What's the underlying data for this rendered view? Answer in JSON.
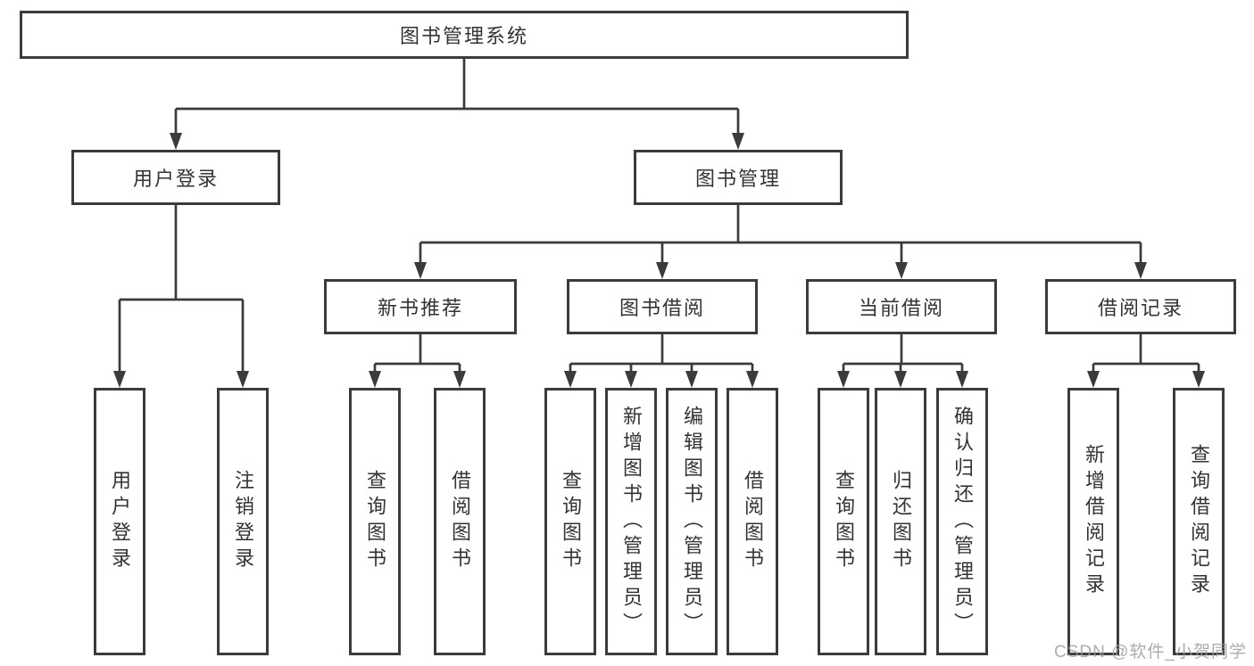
{
  "tree": {
    "label": "图书管理系统",
    "children": [
      {
        "label": "用户登录",
        "children": [
          {
            "label": "用户登录"
          },
          {
            "label": "注销登录"
          }
        ]
      },
      {
        "label": "图书管理",
        "children": [
          {
            "label": "新书推荐",
            "children": [
              {
                "label": "查询图书"
              },
              {
                "label": "借阅图书"
              }
            ]
          },
          {
            "label": "图书借阅",
            "children": [
              {
                "label": "查询图书"
              },
              {
                "label": "新增图书（管理员）"
              },
              {
                "label": "编辑图书（管理员）"
              },
              {
                "label": "借阅图书"
              }
            ]
          },
          {
            "label": "当前借阅",
            "children": [
              {
                "label": "查询图书"
              },
              {
                "label": "归还图书"
              },
              {
                "label": "确认归还（管理员）"
              }
            ]
          },
          {
            "label": "借阅记录",
            "children": [
              {
                "label": "新增借阅记录"
              },
              {
                "label": "查询借阅记录"
              }
            ]
          }
        ]
      }
    ]
  },
  "watermark": "CSDN @软件_小贺同学",
  "colors": {
    "line": "#3b3b3b",
    "box_border": "#3b3b3b",
    "text": "#333333",
    "background": "#ffffff",
    "watermark": "#9e9e9e"
  }
}
